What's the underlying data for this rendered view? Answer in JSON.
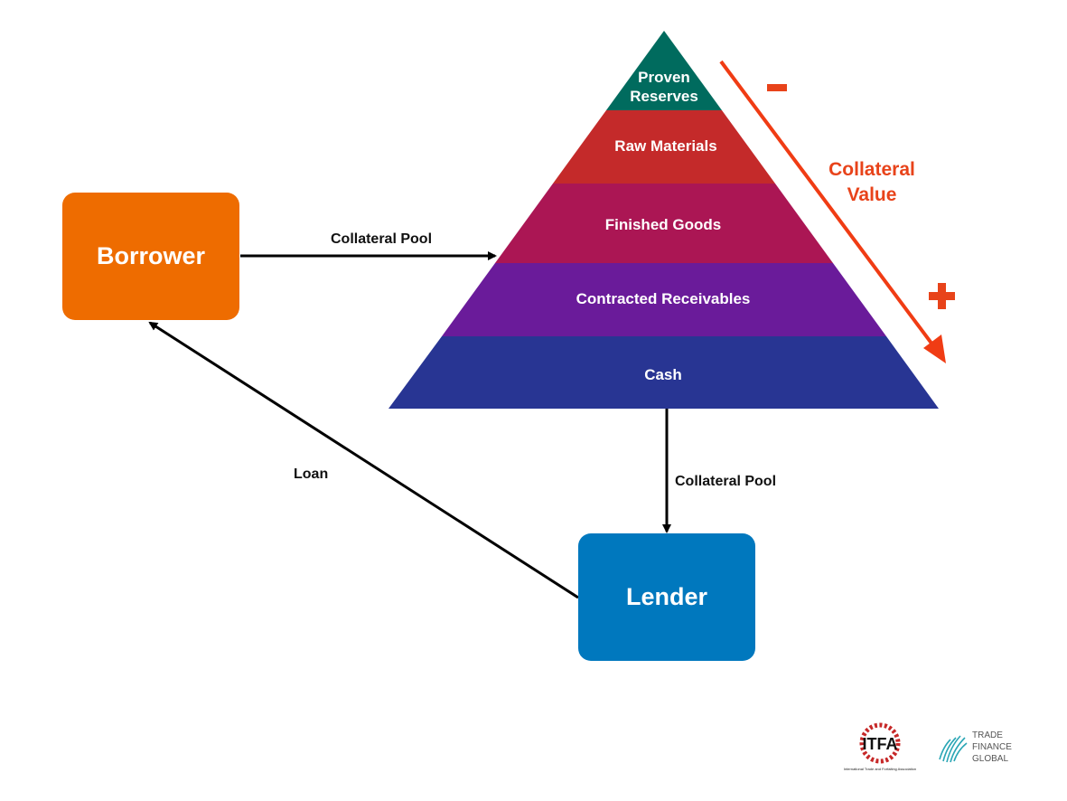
{
  "nodes": {
    "borrower": "Borrower",
    "lender": "Lender"
  },
  "edges": {
    "borrower_to_pyramid": "Collateral Pool",
    "pyramid_to_lender": "Collateral Pool",
    "lender_to_borrower": "Loan"
  },
  "pyramid": {
    "tiers": [
      {
        "line1": "Proven",
        "line2": "Reserves",
        "color": "#006b5e"
      },
      {
        "label": "Raw Materials",
        "color": "#c42a2a"
      },
      {
        "label": "Finished Goods",
        "color": "#ab1654"
      },
      {
        "label": "Contracted Receivables",
        "color": "#6a1b9a"
      },
      {
        "label": "Cash",
        "color": "#283593"
      }
    ]
  },
  "collateral_value": {
    "line1": "Collateral",
    "line2": "Value",
    "minus_sign": "-",
    "plus_sign": "+",
    "color": "#e8431a"
  },
  "logos": {
    "itfa": {
      "name": "ITFA",
      "caption": "International Trade and Forfaiting Association"
    },
    "tfg": {
      "line1": "TRADE",
      "line2": "FINANCE",
      "line3": "GLOBAL"
    }
  }
}
